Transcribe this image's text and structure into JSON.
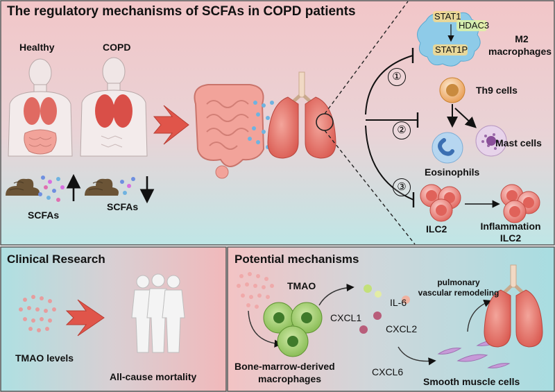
{
  "top_panel": {
    "title": "The regulatory mechanisms of SCFAs in COPD patients",
    "healthy_label": "Healthy",
    "copd_label": "COPD",
    "scfas_left": "SCFAs",
    "scfas_right": "SCFAs",
    "numbers": [
      "①",
      "②",
      "③"
    ],
    "m2": {
      "stat1": "STAT1",
      "hdac3": "HDAC3",
      "stat1p": "STAT1P",
      "label_line1": "M2",
      "label_line2": "macrophages"
    },
    "th9": "Th9 cells",
    "mast": "Mast cells",
    "eosinophils": "Eosinophils",
    "ilc2": "ILC2",
    "inflammation_line1": "Inflammation",
    "inflammation_line2": "ILC2"
  },
  "clinical": {
    "title": "Clinical Research",
    "tmao_levels": "TMAO levels",
    "mortality": "All-cause mortality"
  },
  "potential": {
    "title": "Potential mechanisms",
    "tmao": "TMAO",
    "il6": "IL-6",
    "cxcl1": "CXCL1",
    "cxcl2": "CXCL2",
    "cxcl6": "CXCL6",
    "bmdm_line1": "Bone-marrow-derived",
    "bmdm_line2": "macrophages",
    "pvr_line1": "pulmonary",
    "pvr_line2": "vascular remodeling",
    "smc": "Smooth muscle cells"
  },
  "colors": {
    "pink_panel": "#f2c6c8",
    "teal_panel": "#bfe3e6",
    "arrow_red": "#e0554a",
    "lung": "#e4736c",
    "intestine": "#f2a39a"
  }
}
